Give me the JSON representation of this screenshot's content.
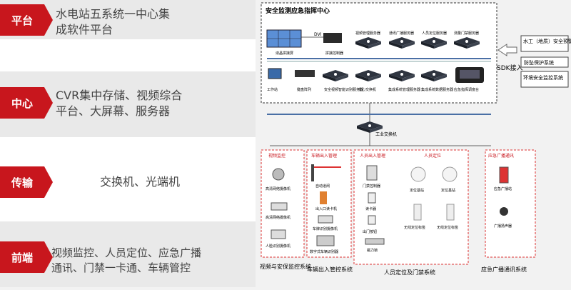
{
  "layers": [
    {
      "tag": "平台",
      "desc": [
        "水电站五系统一中心集",
        "成软件平台"
      ]
    },
    {
      "tag": "中心",
      "desc": [
        "CVR集中存储、视频综合",
        "平台、大屏幕、服务器"
      ]
    },
    {
      "tag": "传输",
      "desc": [
        "交换机、光端机"
      ]
    },
    {
      "tag": "前端",
      "desc": [
        "视频监控、人员定位、应急广播",
        "通讯、门禁一卡通、车辆管控"
      ]
    }
  ],
  "center": {
    "title": "安全监测应急指挥中心",
    "dvi": "DVI",
    "devices_top": [
      "液晶拼接屏",
      "拼接控制器",
      "视频管理服务器",
      "通讯广播服务器",
      "人员定位服务器",
      "测量门禁服务器"
    ],
    "devices_bottom": [
      "工作站",
      "键盘阵列",
      "安全视频智能识别服务器",
      "核心交换机",
      "集成系统管理服务器",
      "集成系统数据服务器",
      "应急指挥调度台"
    ],
    "sdk": "SDK接入",
    "external": [
      "水工（地质）安全预警系统",
      "防坠保护系统",
      "环境安全监控系统"
    ]
  },
  "switch_label": "工业交换机",
  "groups": [
    {
      "title": "视频监控",
      "items": [
        "高清网络摄像机",
        "高清网络摄像机",
        "人脸识别摄像机"
      ],
      "caption": "视频与安保监控系统"
    },
    {
      "title": "车辆出入管理",
      "items": [
        "自动道闸",
        "出入口读卡机",
        "车牌识别摄像机",
        "数字式车辆识别器"
      ],
      "caption": "车辆出入管控系统"
    },
    {
      "title": "人员出入管理",
      "items": [
        "门禁控制器",
        "读卡器",
        "出门按钮",
        "磁力锁"
      ],
      "caption": "人员定位及门禁系统"
    },
    {
      "title": "人员定位",
      "items": [
        "定位基站",
        "定位基站",
        "无线定位标签",
        "无线定位标签"
      ],
      "caption": ""
    },
    {
      "title": "应急广播通讯",
      "items": [
        "应急广播站",
        "广播扬声器"
      ],
      "caption": "应急广播通讯系统"
    }
  ],
  "colors": {
    "accent": "#c8161d",
    "band": "#e9e9e9",
    "line": "#4a6fa5"
  }
}
